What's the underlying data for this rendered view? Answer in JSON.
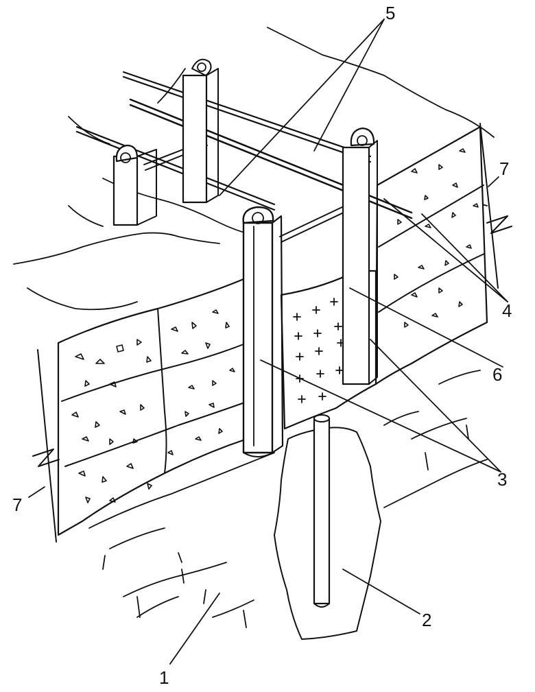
{
  "labels": {
    "l1": "1",
    "l2": "2",
    "l3": "3",
    "l4": "4",
    "l5": "5",
    "l6": "6",
    "l7_right": "7",
    "l7_left": "7"
  },
  "colors": {
    "ink": "#111111",
    "paper": "#ffffff"
  }
}
